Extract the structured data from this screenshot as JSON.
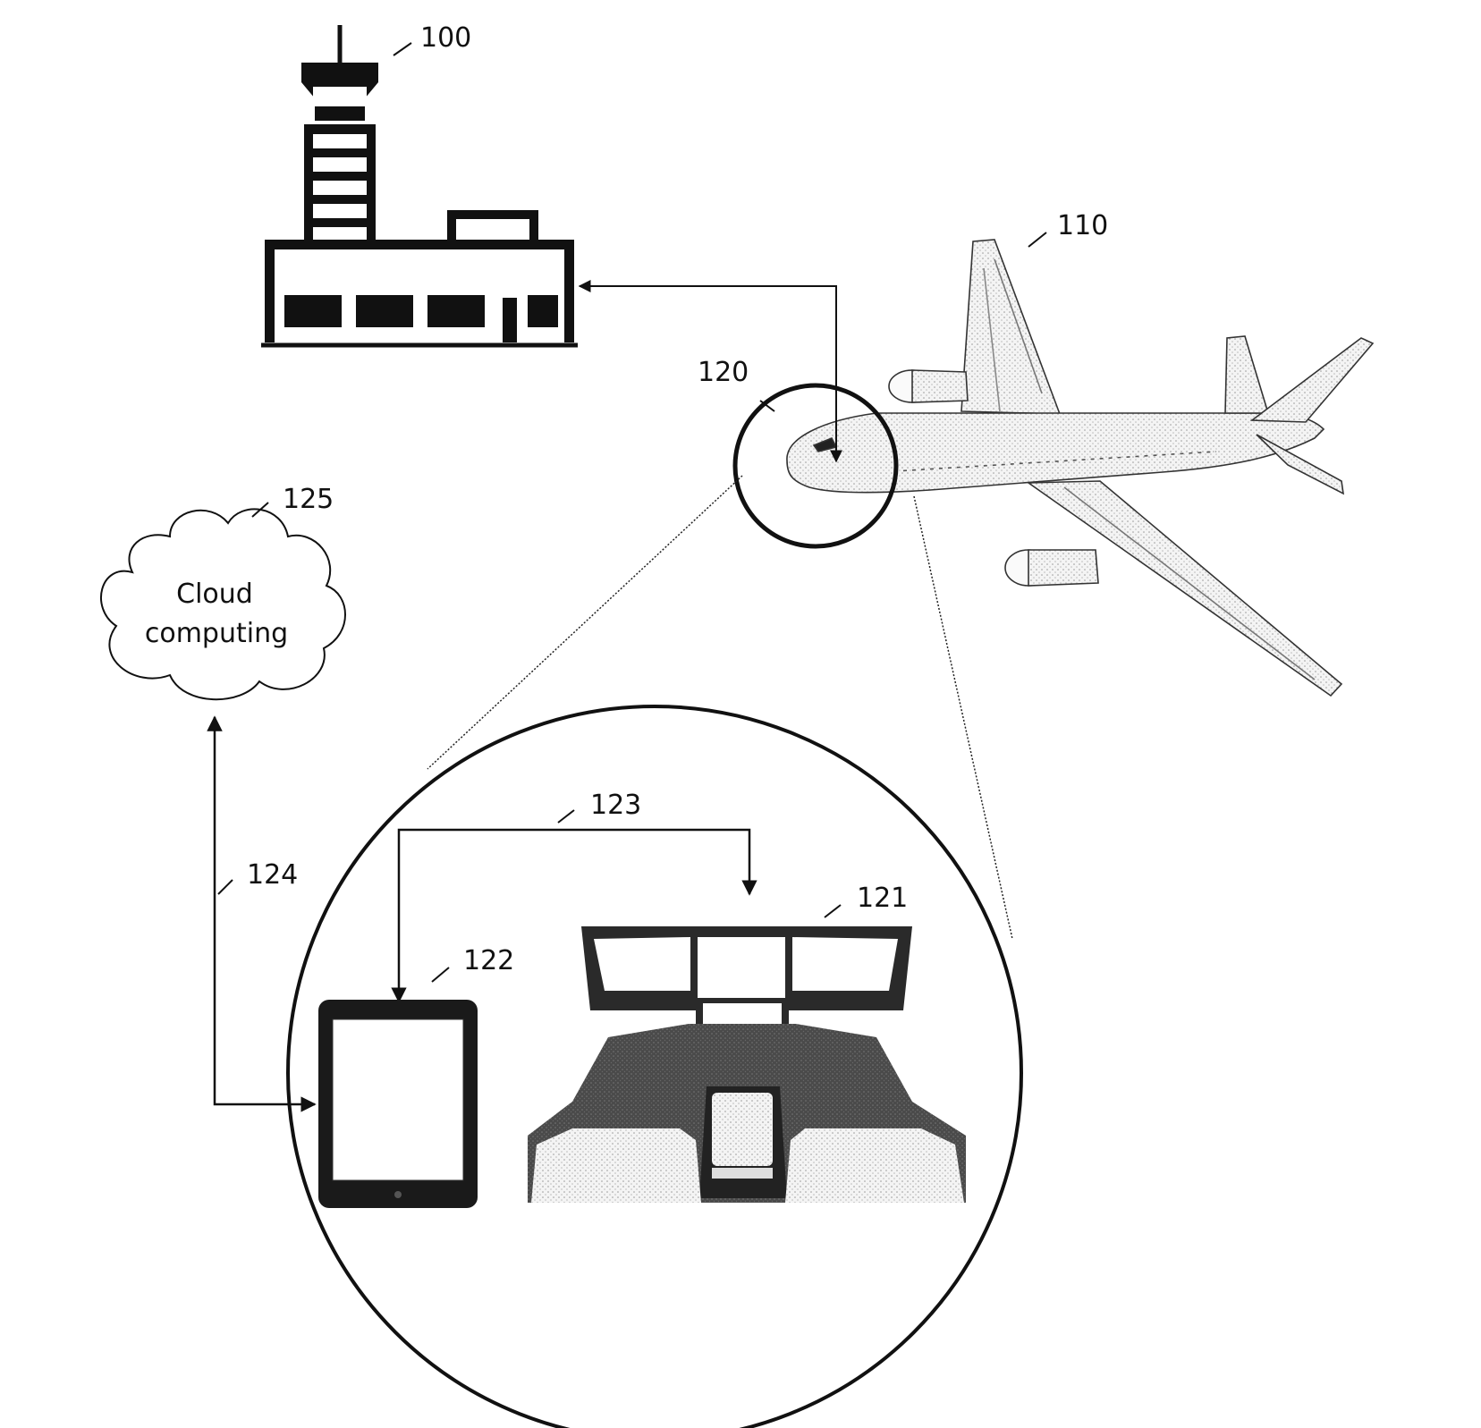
{
  "labels": {
    "tower": "100",
    "aircraft": "110",
    "cockpit_zoom": "120",
    "avionics": "121",
    "tablet": "122",
    "link_avionics_tablet": "123",
    "link_tablet_cloud": "124",
    "cloud": "125"
  },
  "cloud": {
    "line1": "Cloud",
    "line2": "computing"
  },
  "icons": [
    "control-tower-icon",
    "airplane-icon",
    "cloud-icon",
    "tablet-icon",
    "cockpit-icon"
  ]
}
